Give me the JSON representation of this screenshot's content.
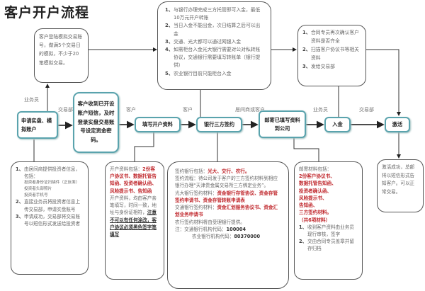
{
  "title": "客户开户流程",
  "simulation_note": "客户登陆模拟交易账号，做满5个交易日的模拟，不少于20笔模拟交易。",
  "bank_note": [
    {
      "n": "1、",
      "t": "与银行办理完成三方托管即可入金，最低10万元开户转账"
    },
    {
      "n": "2、",
      "t": "当日入金不能出金，次日结算之后可以出金"
    },
    {
      "n": "3、",
      "t": "交通、光大都可以通过网银入金"
    },
    {
      "n": "4、",
      "t": "如需柜台入金光大银行需要对公对私转账协议，交通银行需要填写转账单（银行提供）"
    },
    {
      "n": "5、",
      "t": "农业银行目前只能柜台入金"
    }
  ],
  "contract_note": [
    {
      "n": "1、",
      "t": "合同专员再次确认客户资料是否齐全"
    },
    {
      "n": "2、",
      "t": "扫描客户协议书等相关资料"
    },
    {
      "n": "3、",
      "t": "发给交易部"
    }
  ],
  "steps": {
    "apply": "申请实盘、模拟账户",
    "receive": "客户收到已开设账户短信，及时登录实盘交易账号设定资金密码。",
    "fill": "填写开户资料",
    "bank": "银行三方签约",
    "mail": "邮寄已填写资料到公司",
    "deposit": "入金",
    "activate": "激活"
  },
  "edge_labels": {
    "salesman_up": "业务员",
    "trading_dept_1": "交易部",
    "client_1": "客户",
    "client_2": "客户",
    "broker_or_client": "居间商或客户",
    "salesman_2": "业务员",
    "trading_dept_2": "交易部"
  },
  "apply_note": {
    "i1": "由居间商提供投资者信息，包括：",
    "sub1": "投资者身份证扫描件（正反面）",
    "sub2": "投资者头部照片",
    "sub3": "投资者手机号",
    "i2": "直接业务员将投资者信息上传交易部，申请实盘账号",
    "i3": "申请成功，交易部将交易账号以短信形式发送给投资者",
    "n1": "1、",
    "n2": "2、",
    "n3": "3、"
  },
  "fill_note": {
    "intro": "开户资料包括：",
    "red": "2份客户协议书、数据托管告知函、投资者确认函、风险提示书、告知函",
    "body": "开户资料，均由客户亲笔填写，时间一致，地址与身份证相符，",
    "warn": "注意不可以有任何涂改，客户协议必须黑色签字笔填写"
  },
  "bank_sign_note": {
    "l1": "签约银行包括：",
    "l1_red": "光大、交行、农行。",
    "l2": "签约流程：待公司发于客户的三方签约材料到相应银行办理“天津贵金属交易所三方绑定业务”。",
    "l3": "光大银行签约材料：",
    "l3_red": "资金银行存管协议、资金存管签约申请书、资金存管转账申请表",
    "l4": "交通银行签约材料：",
    "l4_red": "资金汇划服务协议书、资金汇划业务申请书",
    "l5": "农行签约材料将由受理银行提供。",
    "l6": "注：交通银行机构代码：",
    "l6_code": "100004",
    "l7": "农业银行机构代码：",
    "l7_code": "80370000"
  },
  "mail_note": {
    "intro": "邮寄材料包括：",
    "red": [
      "2份客户协议书、",
      "数据托管告知函、",
      "投资者确认函、",
      "风险提示书、",
      "告知函、",
      "三方签约材料。",
      "（共6项材料）"
    ],
    "items": [
      {
        "n": "1、",
        "t": "收到客户资料由业务员现行审核，签字"
      },
      {
        "n": "2、",
        "t": "交由合同专员盖章并留存归档"
      }
    ]
  },
  "activate_note": "激活成功，总部将以短信形式告知客户。可以正常交易。"
}
